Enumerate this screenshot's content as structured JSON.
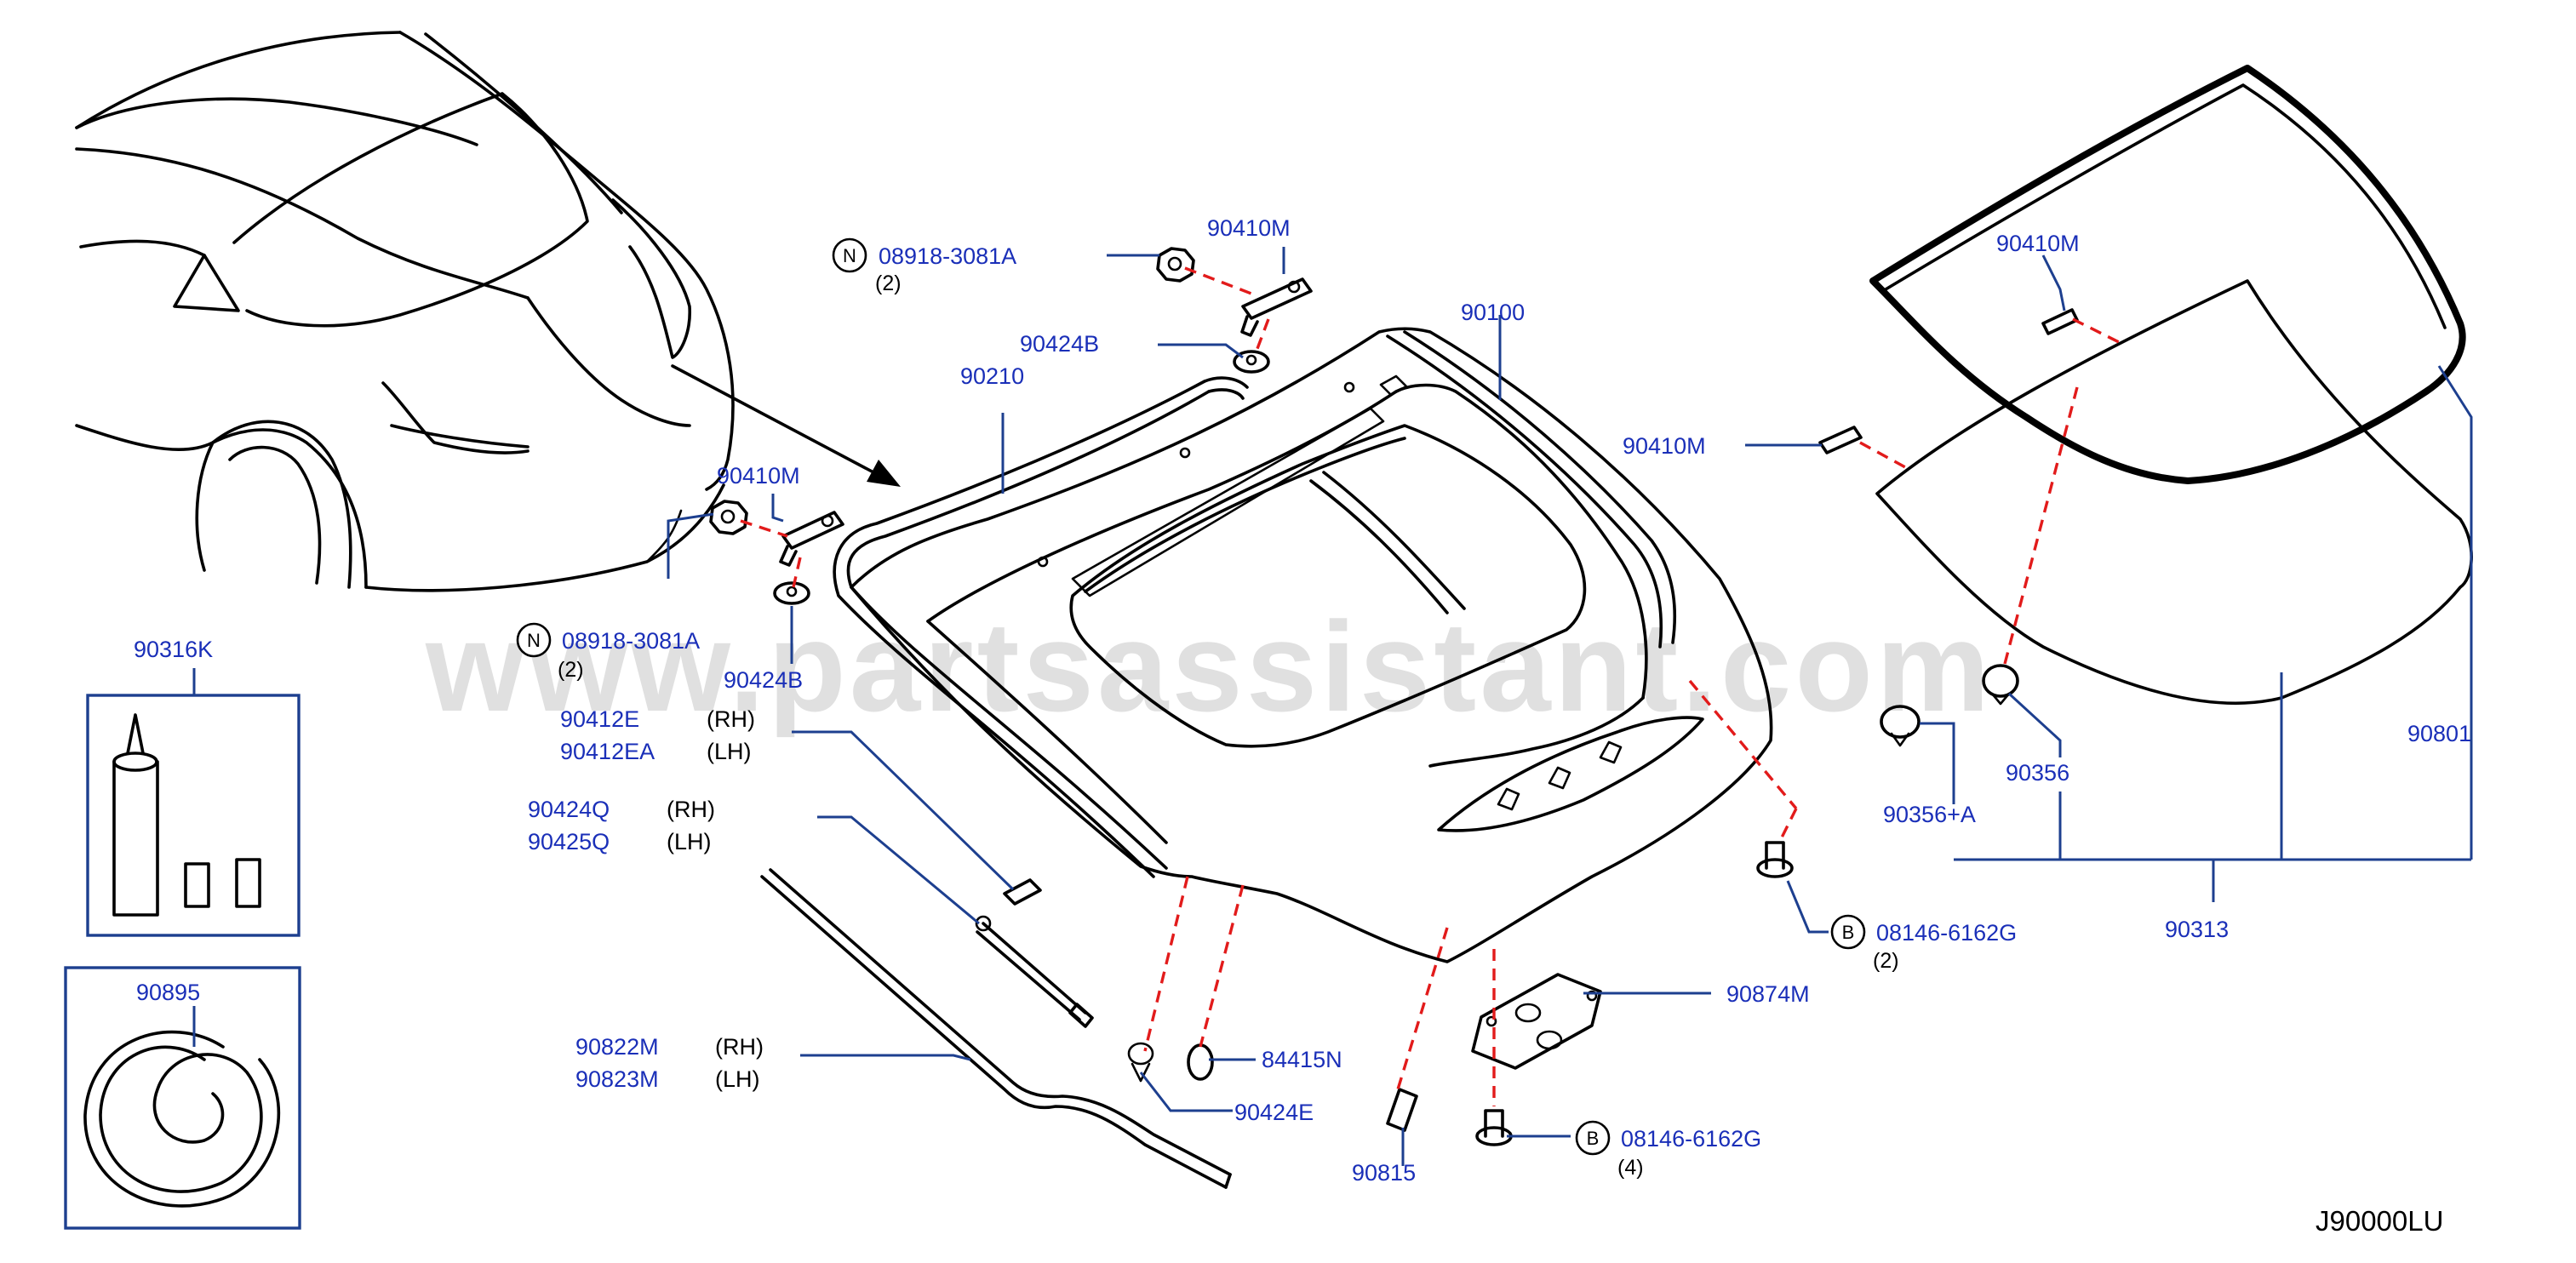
{
  "watermark": "www.partsassistant.com",
  "diagram_code": "J90000LU",
  "labels": {
    "p08918_top": "08918-3081A",
    "p08918_top_qty": "(2)",
    "p08918_top_marker": "N",
    "p90410M_top": "90410M",
    "p90424B_top": "90424B",
    "p90210": "90210",
    "p90100": "90100",
    "p90410M_mid": "90410M",
    "p08918_mid": "08918-3081A",
    "p08918_mid_qty": "(2)",
    "p08918_mid_marker": "N",
    "p90424B_mid": "90424B",
    "p90316K": "90316K",
    "p90412E": "90412E",
    "p90412E_side": "(RH)",
    "p90412EA": "90412EA",
    "p90412EA_side": "(LH)",
    "p90424Q": "90424Q",
    "p90424Q_side": "(RH)",
    "p90425Q": "90425Q",
    "p90425Q_side": "(LH)",
    "p90895": "90895",
    "p90822M": "90822M",
    "p90822M_side": "(RH)",
    "p90823M": "90823M",
    "p90823M_side": "(LH)",
    "p84415N": "84415N",
    "p90424E": "90424E",
    "p90815": "90815",
    "p90874M": "90874M",
    "p08146_bot": "08146-6162G",
    "p08146_bot_qty": "(4)",
    "p08146_bot_marker": "B",
    "p08146_right": "08146-6162G",
    "p08146_right_qty": "(2)",
    "p08146_right_marker": "B",
    "p90410M_glass": "90410M",
    "p90410M_clip": "90410M",
    "p90356": "90356",
    "p90356A": "90356+A",
    "p90801": "90801",
    "p90313": "90313"
  }
}
